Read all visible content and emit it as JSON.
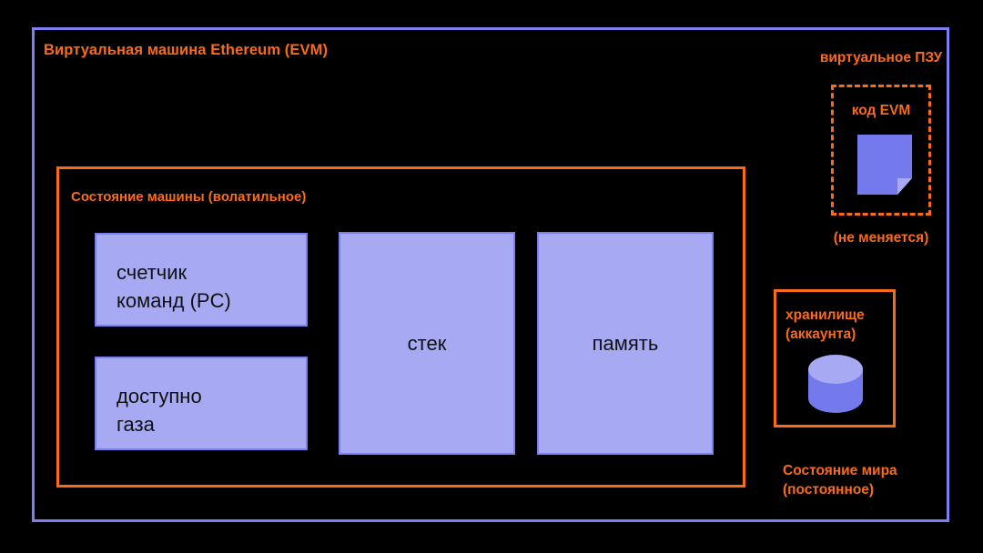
{
  "diagram": {
    "title": "Виртуальная машина Ethereum (EVM)",
    "machine_state": {
      "title": "Состояние машины (волатильное)",
      "panels": [
        {
          "name": "program-counter",
          "label": "счетчик\nкоманд (PC)"
        },
        {
          "name": "gas-available",
          "label": "доступно\nгаза"
        },
        {
          "name": "stack",
          "label": "стек"
        },
        {
          "name": "memory",
          "label": "память"
        }
      ]
    },
    "virtual_rom": {
      "title": "виртуальное ПЗУ",
      "box_label": "код EVM",
      "icon": "document-icon",
      "note": "(не меняется)"
    },
    "account_storage": {
      "label": "хранилище\n(аккаунта)",
      "icon": "database-cylinder-icon"
    },
    "world_state_note": "Состояние мира\n(постоянное)",
    "colors": {
      "background": "#000000",
      "accent_orange": "#f96a1b",
      "border_blue": "#7c7ff2",
      "panel_fill": "#a7a9f2",
      "icon_blue": "#7479ec",
      "icon_blue_light": "#a7a9f2",
      "text_dark": "#111111"
    }
  }
}
